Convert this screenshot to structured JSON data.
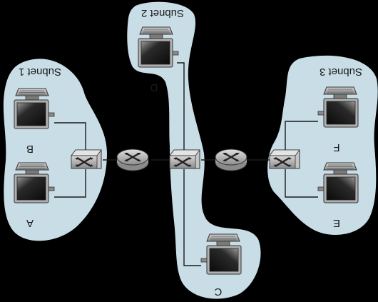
{
  "colors": {
    "background": "#000000",
    "subnet_fill": "#c9dde6",
    "device_gray": "#a8a8a8",
    "link": "#1a1a1a"
  },
  "subnets": [
    {
      "id": "subnet-1",
      "label": "Subnet 1"
    },
    {
      "id": "subnet-2",
      "label": "Subnet 2"
    },
    {
      "id": "subnet-3",
      "label": "Subnet 3"
    }
  ],
  "hosts": [
    {
      "id": "host-a",
      "label": "A"
    },
    {
      "id": "host-b",
      "label": "B"
    },
    {
      "id": "host-c",
      "label": "C"
    },
    {
      "id": "host-d",
      "label": "D"
    },
    {
      "id": "host-e",
      "label": "E"
    },
    {
      "id": "host-f",
      "label": "F"
    }
  ],
  "devices": {
    "switches": [
      "switch-1",
      "switch-2",
      "switch-3"
    ],
    "routers": [
      "router-1",
      "router-2"
    ],
    "switch_icon": "switch-icon",
    "router_icon": "router-icon",
    "host_icon": "computer-icon"
  }
}
